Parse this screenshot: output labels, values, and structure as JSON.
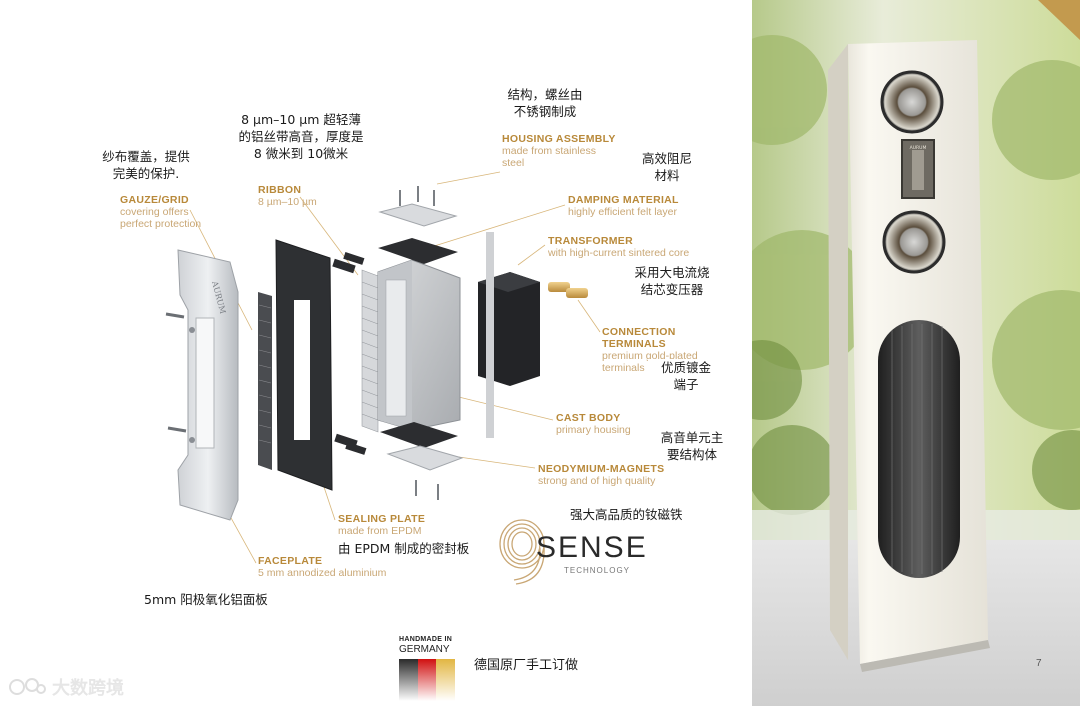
{
  "labels": {
    "gauze": {
      "title": "GAUZE/GRID",
      "sub": [
        "covering offers",
        "perfect protection"
      ],
      "zh": [
        "纱布覆盖，提供",
        "完美的保护."
      ]
    },
    "ribbon": {
      "title": "RIBBON",
      "sub": "8 µm–10 µm",
      "zh": [
        "8 µm–10 µm 超轻薄",
        "的铝丝带高音，厚度是",
        "8 微米到 10微米"
      ]
    },
    "housing": {
      "title": "HOUSING ASSEMBLY",
      "sub": [
        "made from stainless",
        "steel"
      ],
      "zh": [
        "结构，螺丝由",
        "不锈钢制成"
      ]
    },
    "damping": {
      "title": "DAMPING MATERIAL",
      "sub": "highly efficient felt layer",
      "zh": [
        "高效阻尼",
        "材料"
      ]
    },
    "transformer": {
      "title": "TRANSFORMER",
      "sub": "with high-current sintered core",
      "zh": [
        "采用大电流烧",
        "结芯变压器"
      ]
    },
    "terminals": {
      "title": [
        "CONNECTION",
        "TERMINALS"
      ],
      "sub": [
        "premium gold-plated",
        "terminals"
      ],
      "zh": [
        "优质镀金",
        "端子"
      ]
    },
    "cast": {
      "title": "CAST BODY",
      "sub": "primary housing",
      "zh": [
        "高音单元主",
        "要结构体"
      ]
    },
    "neodymium": {
      "title": "NEODYMIUM-MAGNETS",
      "sub": "strong and of high quality",
      "zh": "强大高品质的钕磁铁"
    },
    "sealing": {
      "title": "SEALING PLATE",
      "sub": "made from EPDM",
      "zh": "由 EPDM 制成的密封板"
    },
    "faceplate": {
      "title": "FACEPLATE",
      "sub": "5 mm annodized aluminium",
      "zh": "5mm 阳极氧化铝面板"
    }
  },
  "brand": {
    "big": "SENSE",
    "small": "TECHNOLOGY"
  },
  "handmade": {
    "line1": "HANDMADE IN",
    "line2": "GERMANY",
    "zh": "德国原厂手工订做"
  },
  "page_number": "7",
  "watermark": "大数跨境",
  "faceplate_brand": "AURUM",
  "speaker_badge": "AURUM",
  "colors": {
    "accent": "#b8893a",
    "accent_light": "#c9a775",
    "text": "#1a1a1a"
  }
}
